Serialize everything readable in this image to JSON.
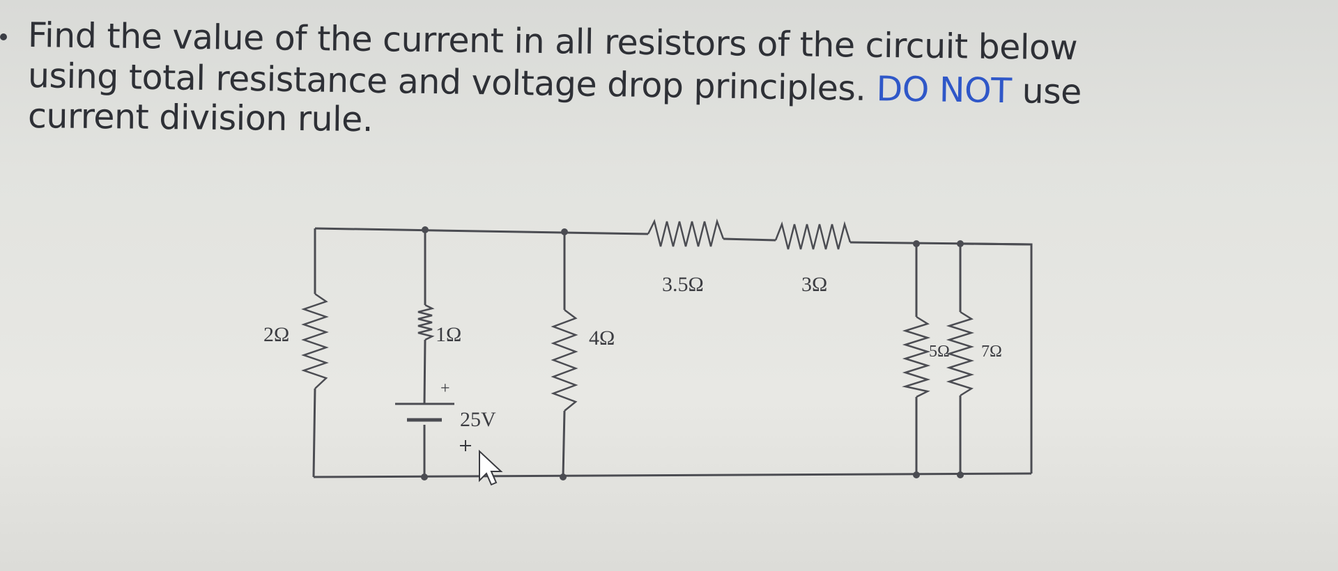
{
  "question": {
    "line1": "Find the value of the current in all resistors of the circuit below",
    "line2": "using total resistance and voltage drop principles.",
    "line2_emphasis": "DO NOT",
    "line2_tail": "use",
    "line3": "current division rule."
  },
  "circuit": {
    "resistors": {
      "r2": "2Ω",
      "r1": "1Ω",
      "r4": "4Ω",
      "r3_5": "3.5Ω",
      "r3": "3Ω",
      "r5": "5Ω",
      "r7": "7Ω"
    },
    "source": {
      "plus": "+",
      "voltage": "25V"
    }
  }
}
